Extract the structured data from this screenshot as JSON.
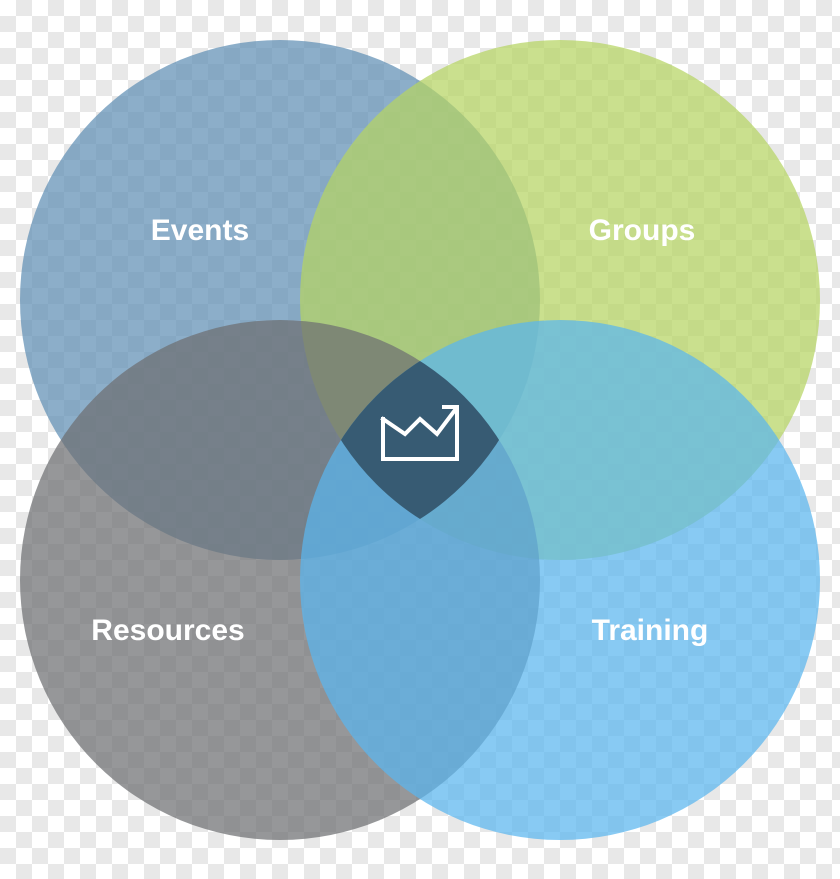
{
  "diagram": {
    "sets": [
      {
        "id": "events",
        "label": "Events",
        "color": "#5f8fb4"
      },
      {
        "id": "groups",
        "label": "Groups",
        "color": "#b5d463"
      },
      {
        "id": "resources",
        "label": "Resources",
        "color": "#6d6f72"
      },
      {
        "id": "training",
        "label": "Training",
        "color": "#5ab6ee"
      }
    ],
    "center_icon": "rising-chart-icon",
    "center_color": "#2f4d63"
  }
}
